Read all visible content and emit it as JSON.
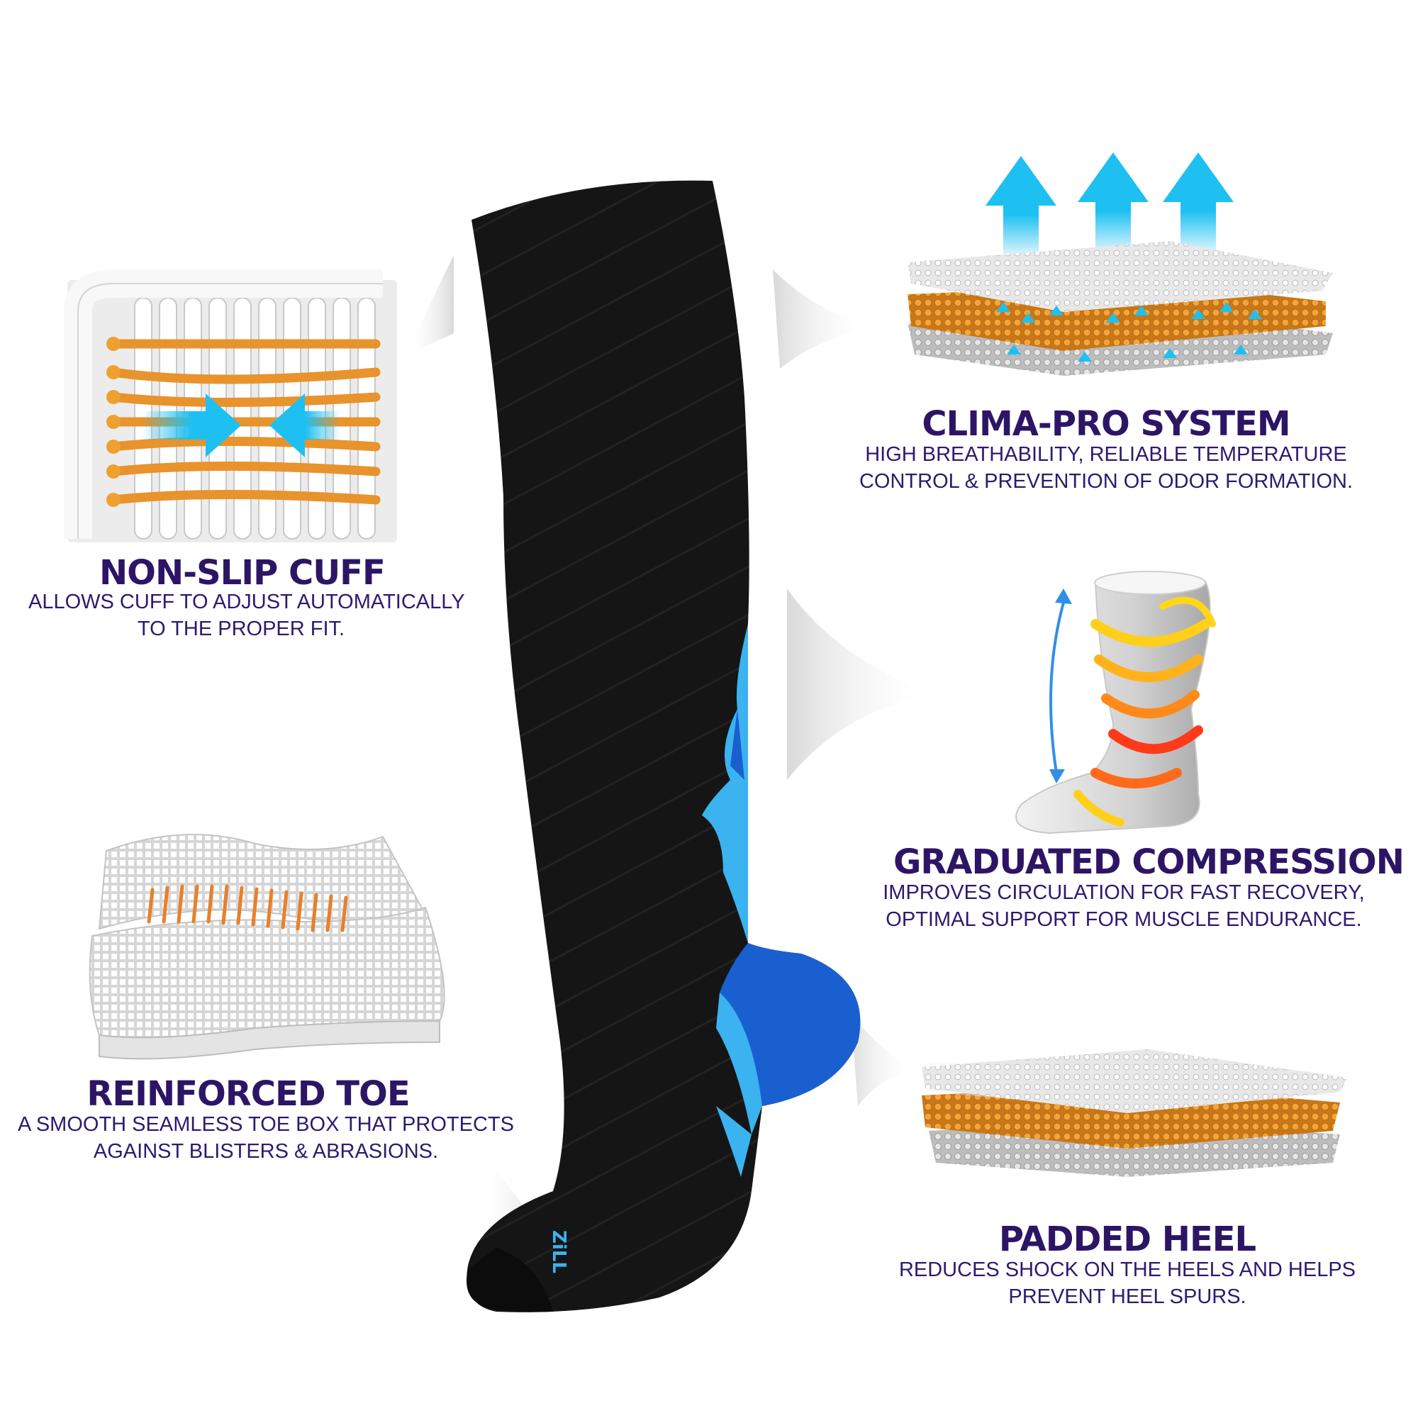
{
  "colors": {
    "title": "#2d1566",
    "description": "#2d1a70",
    "sock_black": "#141414",
    "accent_light_blue": "#3ab3f0",
    "accent_royal_blue": "#1a5fd0",
    "mesh_orange": "#f0a030",
    "arrow_blue": "#1ec0f2"
  },
  "sock": {
    "brand_mark": "ZiLL"
  },
  "features": [
    {
      "id": "non-slip-cuff",
      "icon": "cuff-fiber-icon",
      "title": "NON-SLIP CUFF",
      "description": [
        "ALLOWS CUFF TO ADJUST AUTOMATICALLY",
        "TO THE PROPER FIT."
      ]
    },
    {
      "id": "reinforced-toe",
      "icon": "stitched-fabric-icon",
      "title": "REINFORCED TOE",
      "description": [
        "A SMOOTH SEAMLESS TOE BOX THAT PROTECTS",
        "AGAINST BLISTERS & ABRASIONS."
      ]
    },
    {
      "id": "clima-pro",
      "icon": "breathable-layers-icon",
      "title": "CLIMA-PRO SYSTEM",
      "description": [
        "HIGH BREATHABILITY, RELIABLE TEMPERATURE",
        "CONTROL & PREVENTION OF ODOR FORMATION."
      ]
    },
    {
      "id": "graduated-compression",
      "icon": "compression-leg-icon",
      "title": "GRADUATED COMPRESSION",
      "description": [
        "IMPROVES CIRCULATION FOR FAST RECOVERY,",
        "OPTIMAL SUPPORT FOR MUSCLE ENDURANCE."
      ]
    },
    {
      "id": "padded-heel",
      "icon": "padded-layers-icon",
      "title": "PADDED HEEL",
      "description": [
        "REDUCES SHOCK ON THE HEELS AND HELPS",
        "PREVENT HEEL SPURS."
      ]
    }
  ]
}
